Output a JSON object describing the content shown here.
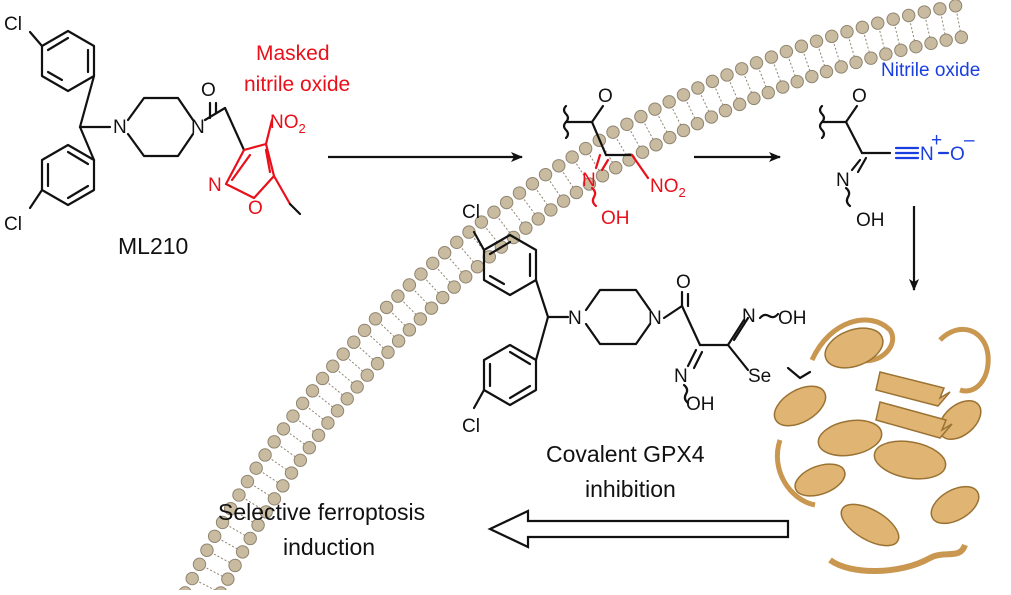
{
  "labels": {
    "masked_line1": "Masked",
    "masked_line2": "nitrile oxide",
    "nitrile_oxide": "Nitrile oxide",
    "compound_name": "ML210",
    "covalent_line1": "Covalent GPX4",
    "covalent_line2": "inhibition",
    "ferroptosis_line1": "Selective ferroptosis",
    "ferroptosis_line2": "induction"
  },
  "atoms": {
    "cl": "Cl",
    "n": "N",
    "o": "O",
    "no2": "NO",
    "sub2": "2",
    "oh": "OH",
    "se": "Se",
    "n_plus": "N",
    "plus": "+",
    "o_minus": "O",
    "minus": "–"
  },
  "colors": {
    "black": "#111111",
    "red": "#e8101a",
    "blue": "#1a3fe0",
    "membrane_bead": "#c9bb9f",
    "membrane_bead_edge": "#8f8470",
    "protein": "#e0b574",
    "protein_edge": "#9a7233"
  },
  "icons": {
    "membrane": "lipid-bilayer-membrane",
    "protein": "gpx4-protein-ribbon"
  }
}
